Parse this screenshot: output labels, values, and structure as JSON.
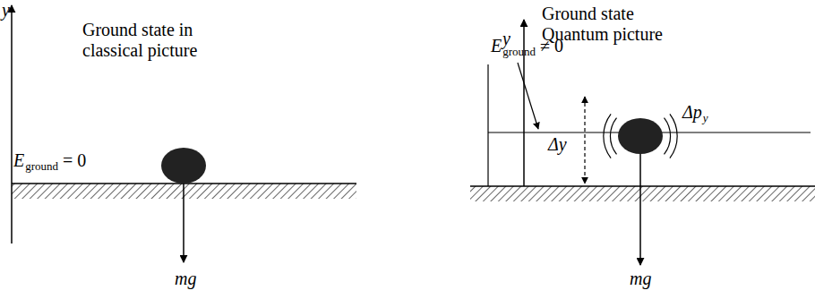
{
  "diagram": {
    "labels": [
      "y",
      "Ground state in classical picture",
      "E",
      "ground",
      "= 0",
      "mg",
      "Ground state Quantum picture",
      "E",
      "ground",
      "≠ 0",
      "y",
      "Δy",
      "Δp",
      "y",
      "mg"
    ]
  }
}
